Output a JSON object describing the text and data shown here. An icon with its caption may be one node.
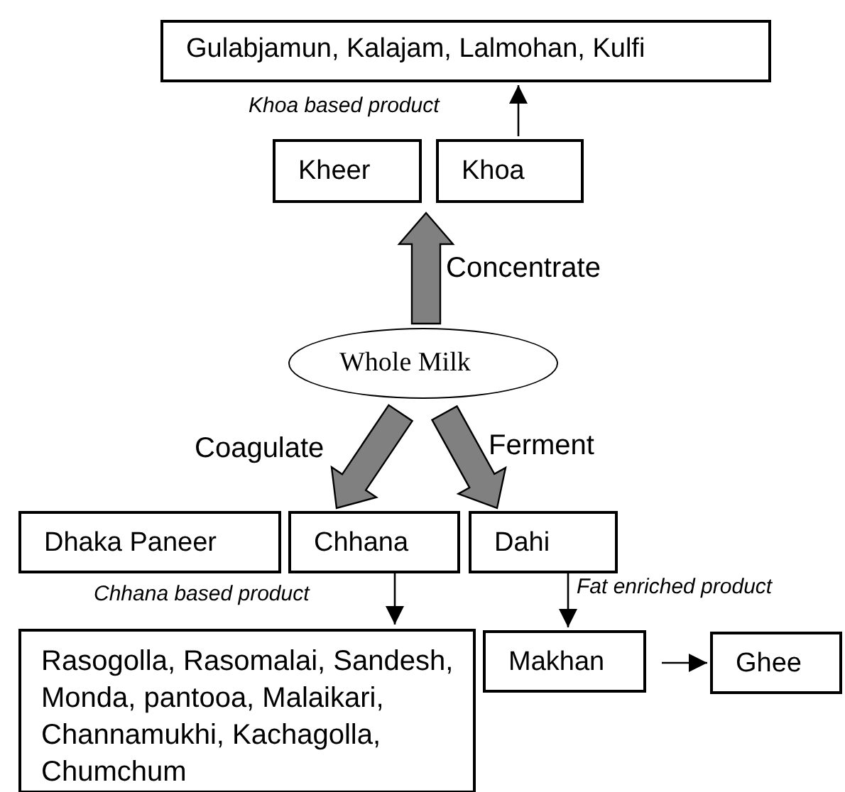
{
  "diagram": {
    "nodes": [
      {
        "text": [
          "Gulabjamun, Kalajam, Lalmohan, Kulfi"
        ]
      },
      {
        "text": [
          "Kheer"
        ]
      },
      {
        "text": [
          "Khoa"
        ]
      },
      {
        "text": [
          "Whole Milk"
        ]
      },
      {
        "text": [
          "Dhaka Paneer"
        ]
      },
      {
        "text": [
          "Chhana"
        ]
      },
      {
        "text": [
          "Dahi"
        ]
      },
      {
        "text": [
          "Rasogolla, Rasomalai, Sandesh, Monda, pantooa, Malaikari, Channamukhi, Kachagolla, Chumchum"
        ]
      },
      {
        "text": [
          "Makhan"
        ]
      },
      {
        "text": [
          "Ghee"
        ]
      }
    ],
    "edges": [
      {
        "from": 3,
        "to": null,
        "arrow": "to",
        "label": "Concentrate",
        "style": "thick"
      },
      {
        "from": 2,
        "to": 0,
        "arrow": "to",
        "label": "Khoa based product"
      },
      {
        "from": 3,
        "to": 5,
        "arrow": "to",
        "label": "Coagulate",
        "style": "thick"
      },
      {
        "from": 3,
        "to": 6,
        "arrow": "to",
        "label": "Ferment",
        "style": "thick"
      },
      {
        "from": 5,
        "to": 7,
        "arrow": "to",
        "label": "Chhana based product"
      },
      {
        "from": 6,
        "to": 8,
        "arrow": "to",
        "label": "Fat enriched product"
      },
      {
        "from": 8,
        "to": 9,
        "arrow": "to"
      }
    ]
  }
}
